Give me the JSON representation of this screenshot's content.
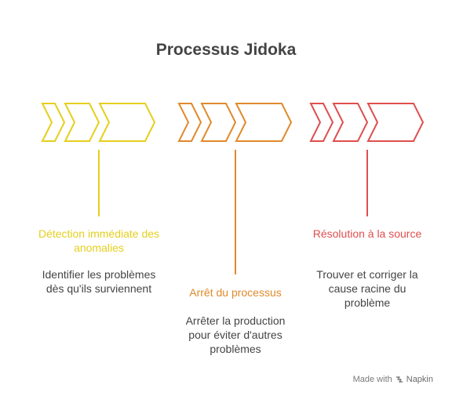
{
  "title": "Processus Jidoka",
  "steps": [
    {
      "title": "Détection immédiate des anomalies",
      "description": "Identifier les problèmes dès qu'ils surviennent",
      "color": "#E5CF1E",
      "icon": "chevron-arrows-icon"
    },
    {
      "title": "Arrêt du processus",
      "description": "Arrêter la production pour éviter d'autres problèmes",
      "color": "#E08A2C",
      "icon": "chevron-arrows-icon"
    },
    {
      "title": "Résolution à la source",
      "description": "Trouver et corriger la cause racine du problème",
      "color": "#E04E4E",
      "icon": "chevron-arrows-icon"
    }
  ],
  "footer": {
    "prefix": "Made with",
    "brand": "Napkin",
    "icon": "napkin-logo-icon"
  }
}
